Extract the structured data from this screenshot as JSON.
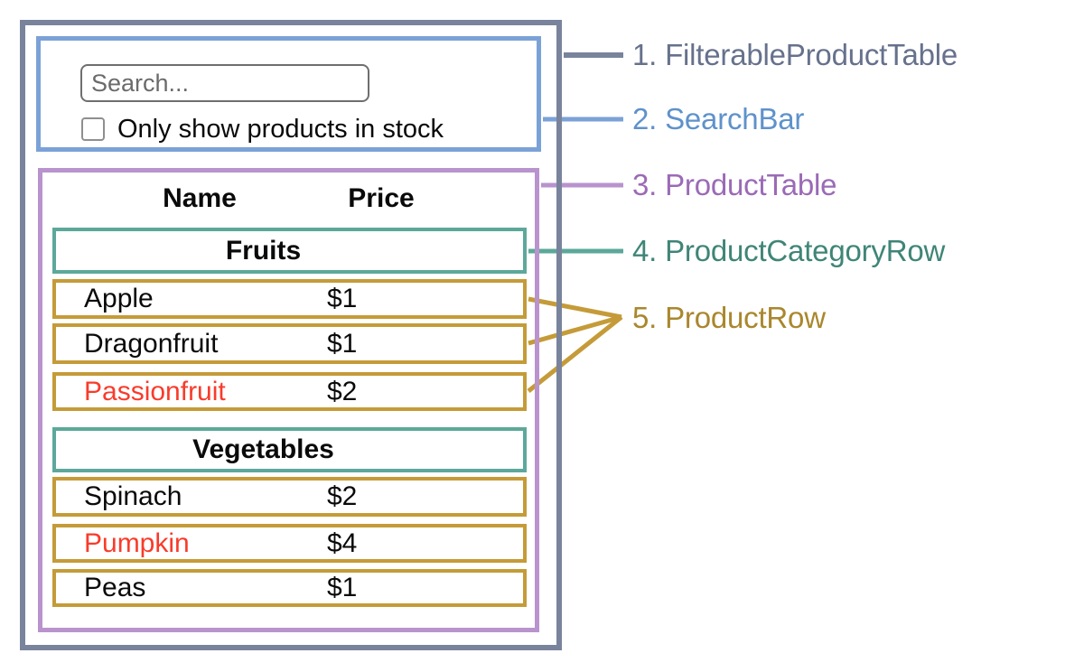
{
  "colors": {
    "filterable_product_table": "#79839c",
    "search_bar": "#7ba2d7",
    "product_table": "#b893cd",
    "product_category_row": "#5ca89a",
    "product_row": "#c59b39",
    "out_of_stock_text": "#f93b2b",
    "legend_text_1": "#66718c",
    "legend_text_2": "#5e92cb",
    "legend_text_3": "#9b6ab6",
    "legend_text_4": "#3f8577",
    "legend_text_5": "#a9872d"
  },
  "search_bar": {
    "input_placeholder": "Search...",
    "input_value": "",
    "checkbox_label": "Only show products in stock",
    "checkbox_checked": false
  },
  "product_table": {
    "headers": {
      "name": "Name",
      "price": "Price"
    },
    "sections": [
      {
        "category": "Fruits",
        "rows": [
          {
            "name": "Apple",
            "price": "$1",
            "name_red": false
          },
          {
            "name": "Dragonfruit",
            "price": "$1",
            "name_red": false
          },
          {
            "name": "Passionfruit",
            "price": "$2",
            "name_red": true
          }
        ]
      },
      {
        "category": "Vegetables",
        "rows": [
          {
            "name": "Spinach",
            "price": "$2",
            "name_red": false
          },
          {
            "name": "Pumpkin",
            "price": "$4",
            "name_red": true
          },
          {
            "name": "Peas",
            "price": "$1",
            "name_red": false
          }
        ]
      }
    ]
  },
  "legend": [
    {
      "text": "1. FilterableProductTable"
    },
    {
      "text": "2. SearchBar"
    },
    {
      "text": "3. ProductTable"
    },
    {
      "text": "4. ProductCategoryRow"
    },
    {
      "text": "5. ProductRow"
    }
  ]
}
